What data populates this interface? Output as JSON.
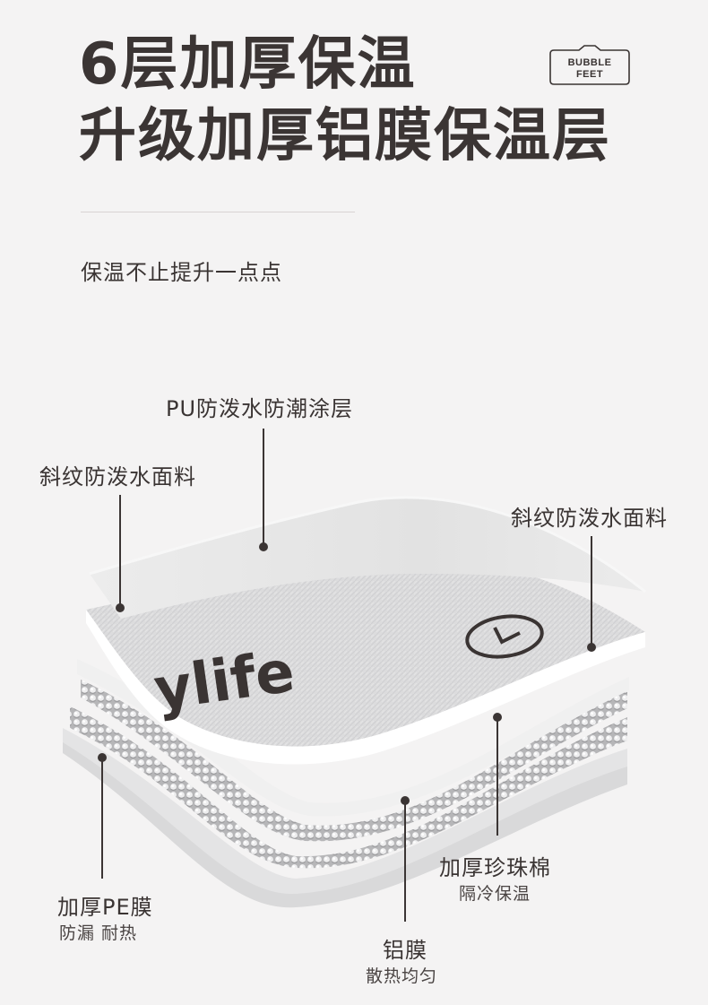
{
  "header": {
    "title_line1": "6层加厚保温",
    "title_line2": "升级加厚铝膜保温层",
    "subtitle": "保温不止提升一点点",
    "brand_line1": "BUBBLE",
    "brand_line2": "FEET"
  },
  "fabric_print": "ylife",
  "layers": {
    "pu_coating": "PU防泼水防潮涂层",
    "twill_left": "斜纹防泼水面料",
    "twill_right": "斜纹防泼水面料",
    "pearl_cotton": "加厚珍珠棉",
    "pearl_cotton_desc": "隔冷保温",
    "pe_film": "加厚PE膜",
    "pe_film_desc": "防漏 耐热",
    "aluminum_film": "铝膜",
    "aluminum_film_desc": "散热均匀"
  },
  "colors": {
    "text": "#3a3433",
    "leader_line": "#3b3534",
    "background": "#f4f3f3"
  }
}
